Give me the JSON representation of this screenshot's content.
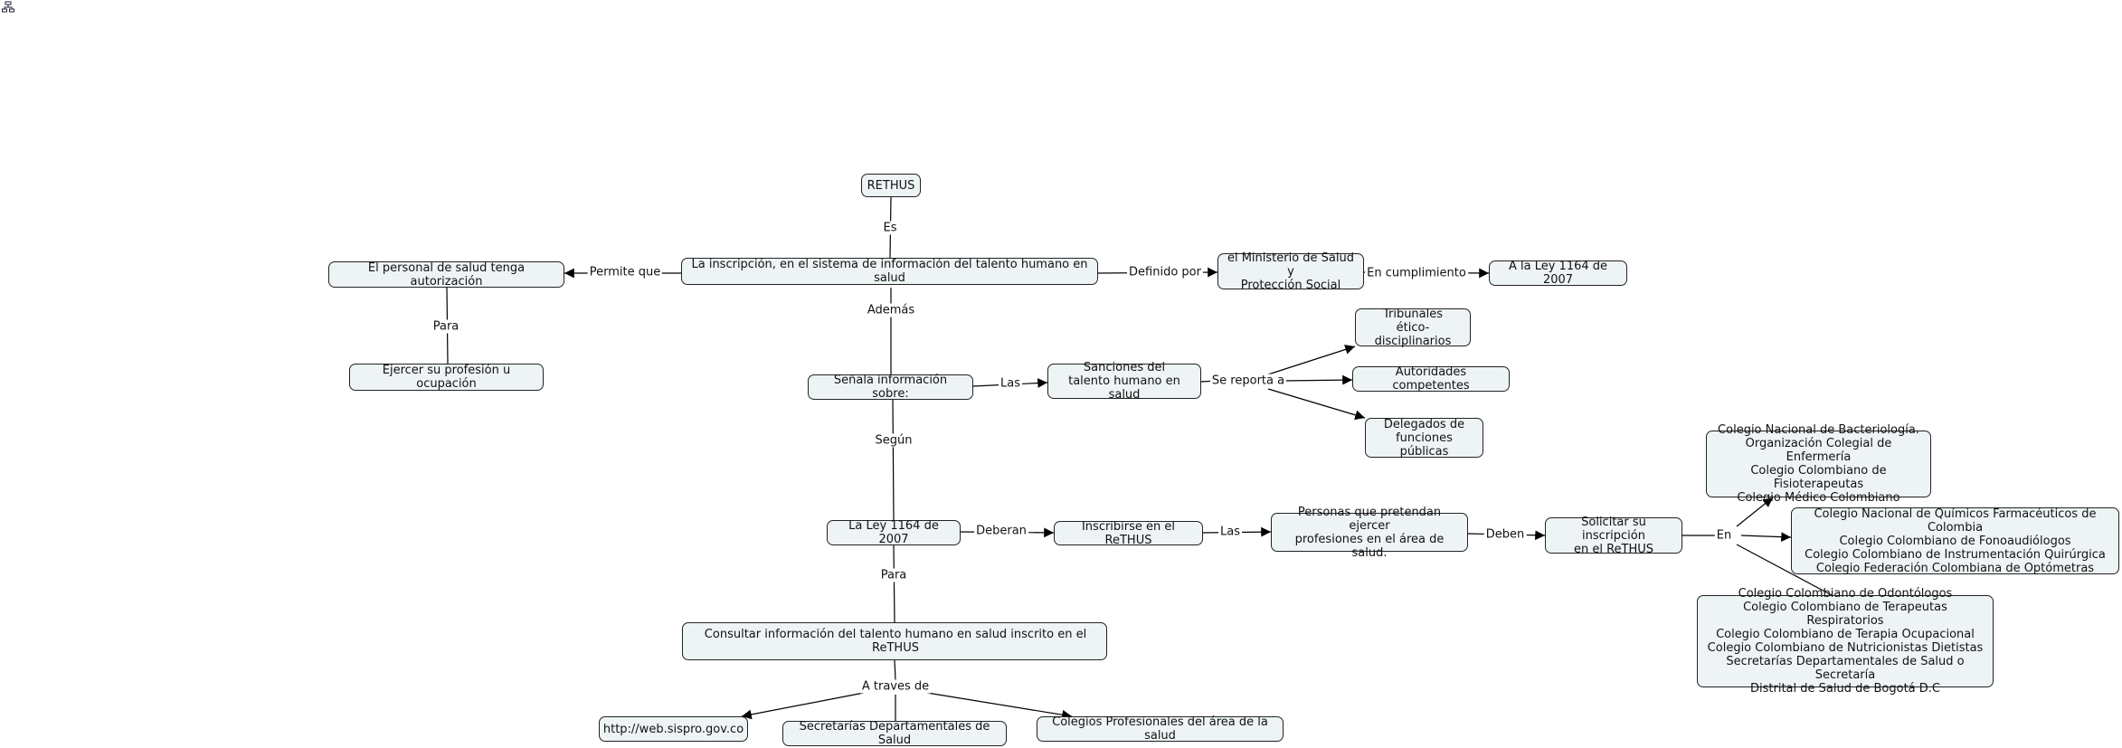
{
  "nodes": {
    "rethus": "RETHUS",
    "inscripcion": "La inscripción, en el sistema de información del talento humano en salud",
    "personal": "El personal  de salud tenga autorización",
    "ejercer": "Ejercer su profesión u ocupación",
    "ministerio": "el Ministerio de Salud y\nProtección Social",
    "ley_top": "A la Ley 1164 de 2007",
    "senala": "Señala  información sobre:",
    "sanciones": "Sanciones del\ntalento humano en salud",
    "tribunales": "Tribunales\nético-disciplinarios",
    "autoridades": "Autoridades competentes",
    "delegados": "Delegados de\nfunciones públicas",
    "ley_mid": "La Ley 1164 de 2007",
    "inscribirse": "Inscribirse en el ReTHUS",
    "personas": "Personas que pretendan ejercer\nprofesiones en el área de salud.",
    "solicitar": "Solicitar su inscripción\nen el ReTHUS",
    "colegios1": "Colegio Nacional de Bacteriología.\nOrganización Colegial de Enfermería\nColegio Colombiano de Fisioterapeutas\nColegio Médico Colombiano",
    "colegios2": "Colegio Nacional de Químicos Farmacéuticos de Colombia\nColegio Colombiano de Fonoaudiólogos\nColegio Colombiano de Instrumentación Quirúrgica\nColegio Federación Colombiana de Optómetras",
    "colegios3": "Colegio Colombiano de Odontólogos\nColegio Colombiano de Terapeutas Respiratorios\nColegio Colombiano de Terapia Ocupacional\nColegio Colombiano de Nutricionistas Dietistas\nSecretarías Departamentales de Salud o Secretaría\nDistrital de Salud de Bogotá D.C",
    "consultar": "Consultar  información del talento humano en salud inscrito en el ReTHUS",
    "web": "http://web.sispro.gov.co",
    "secretarias": "Secretarías Departamentales de Salud",
    "colegios_prof": "Colegios Profesionales del área de la salud"
  },
  "links": {
    "es": "Es",
    "permite": "Permite que",
    "para1": "Para",
    "definido": "Definido por",
    "cumplimiento": "En cumplimiento",
    "ademas": "Además",
    "las1": "Las",
    "reporta": "Se reporta a",
    "segun": "Según",
    "deberan": "Deberan",
    "las2": "Las",
    "deben": "Deben",
    "en": "En",
    "para2": "Para",
    "traves": "A traves de"
  },
  "colors": {
    "node_fill": "#eef4f6",
    "border": "#222222",
    "line": "#000000"
  }
}
